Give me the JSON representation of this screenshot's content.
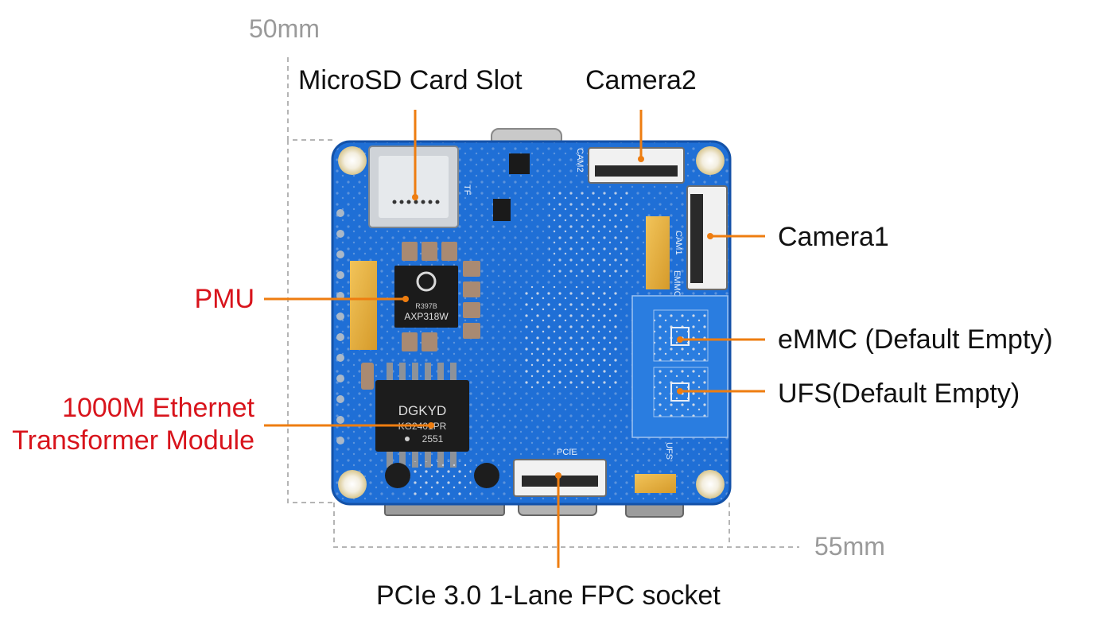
{
  "dimensions": {
    "height": "50mm",
    "width": "55mm"
  },
  "labels": {
    "microsd": "MicroSD Card Slot",
    "camera2": "Camera2",
    "camera1": "Camera1",
    "pmu": "PMU",
    "emmc": "eMMC (Default Empty)",
    "ufs": "UFS(Default Empty)",
    "ethernet_line1": "1000M Ethernet",
    "ethernet_line2": "Transformer Module",
    "pcie": "PCIe 3.0 1-Lane FPC socket"
  },
  "board_text": {
    "pmu_chip": "AXP318W",
    "pmu_chip_sub": "R397B",
    "eth_brand": "DGKYD",
    "eth_part": "KG2401PR",
    "eth_code": "2551",
    "silk_tf": "TF",
    "silk_cam2": "CAM2",
    "silk_cam1": "CAM1",
    "silk_emmc": "EMMC",
    "silk_ufs": "UFS",
    "silk_pcie": "PCIE"
  },
  "colors": {
    "board": "#1f6fd6",
    "board_dark": "#1452a8",
    "leader": "#ee7d10",
    "label_accent": "#d8141c",
    "dimension": "#9a9a9a"
  }
}
